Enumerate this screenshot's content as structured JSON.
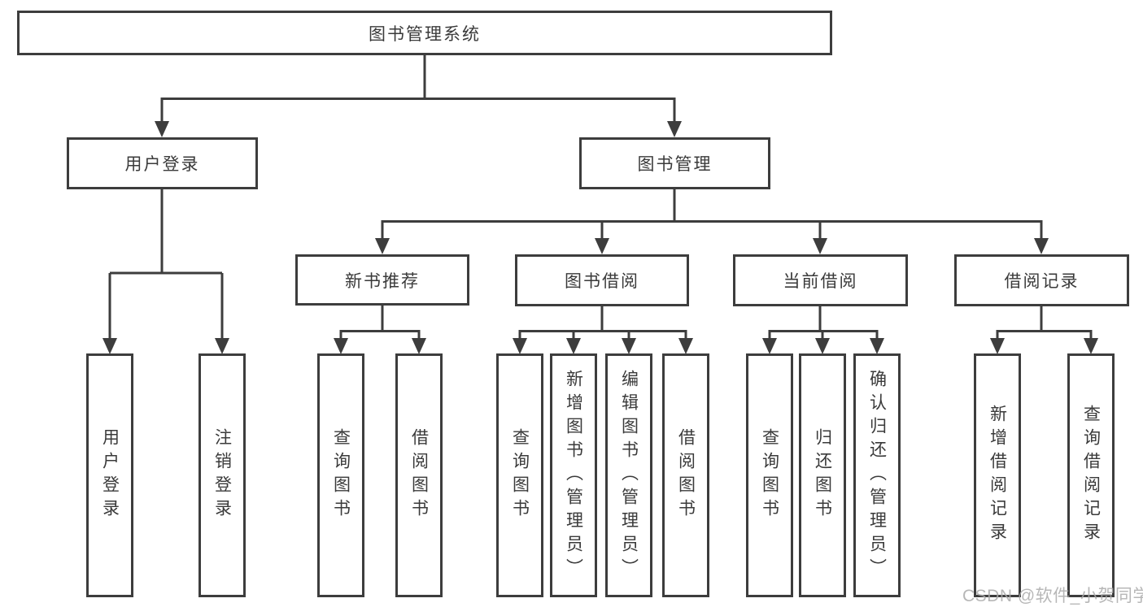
{
  "diagram": {
    "root": "图书管理系统",
    "level2": [
      "用户登录",
      "图书管理"
    ],
    "level3": [
      "新书推荐",
      "图书借阅",
      "当前借阅",
      "借阅记录"
    ],
    "leaves": {
      "user_login": [
        "用户登录",
        "注销登录"
      ],
      "new_book_recommend": [
        "查询图书",
        "借阅图书"
      ],
      "book_borrow": [
        "查询图书",
        "新增图书（管理员）",
        "编辑图书（管理员）",
        "借阅图书"
      ],
      "current_borrow": [
        "查询图书",
        "归还图书",
        "确认归还（管理员）"
      ],
      "borrow_records": [
        "新增借阅记录",
        "查询借阅记录"
      ]
    },
    "colors": {
      "line": "#3d3d3d",
      "text": "#3a3a3a",
      "box_background": "#ffffff",
      "watermark": "#aaaaaa"
    }
  },
  "watermark": {
    "text": "CSDN @软件_小贺同学"
  }
}
